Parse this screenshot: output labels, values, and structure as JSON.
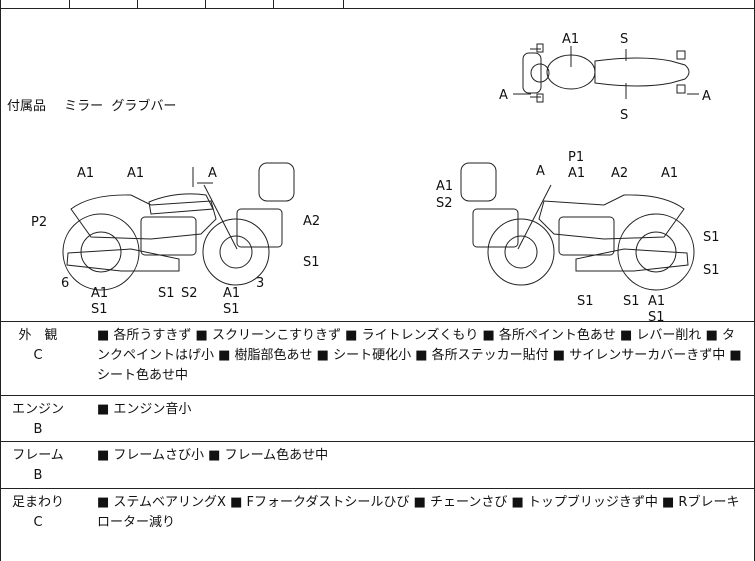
{
  "accessories": {
    "label": "付属品",
    "items": [
      "ミラー",
      "グラブバー"
    ]
  },
  "top_view_labels": {
    "a1": "A1",
    "s_top": "S",
    "s_bottom": "S",
    "a_left": "A",
    "a_right": "A"
  },
  "left_view_labels": {
    "a1_1": "A1",
    "a1_2": "A1",
    "a": "A",
    "p2": "P2",
    "a2": "A2",
    "s1_right": "S1",
    "six": "6",
    "three": "3",
    "a1_bot1": "A1",
    "s1_bot1": "S1",
    "s1_mid": "S1",
    "s2_mid": "S2",
    "a1_bot2": "A1",
    "s1_bot2": "S1"
  },
  "right_view_labels": {
    "a1_left": "A1",
    "s2_left": "S2",
    "a": "A",
    "p1": "P1",
    "a1_top": "A1",
    "a2": "A2",
    "a1_right": "A1",
    "s1_r1": "S1",
    "s1_r2": "S1",
    "s1_b1": "S1",
    "s1_b2": "S1",
    "a1_b": "A1",
    "s1_b3": "S1"
  },
  "rows": [
    {
      "category": "外　観",
      "grade": "C",
      "text": "■ 各所うすきず ■ スクリーンこすりきず ■ ライトレンズくもり ■ 各所ペイント色あせ ■ レバー削れ ■ タンクペイントはげ小 ■ 樹脂部色あせ ■ シート硬化小 ■ 各所ステッカー貼付 ■ サイレンサーカバーきず中 ■ シート色あせ中"
    },
    {
      "category": "エンジン",
      "grade": "B",
      "text": "■ エンジン音小"
    },
    {
      "category": "フレーム",
      "grade": "B",
      "text": "■ フレームさび小 ■ フレーム色あせ中"
    },
    {
      "category": "足まわり",
      "grade": "C",
      "text": "■ ステムベアリングX ■ Fフォークダストシールひび ■ チェーンさび ■ トップブリッジきず中 ■ Rブレーキローター減り"
    }
  ]
}
